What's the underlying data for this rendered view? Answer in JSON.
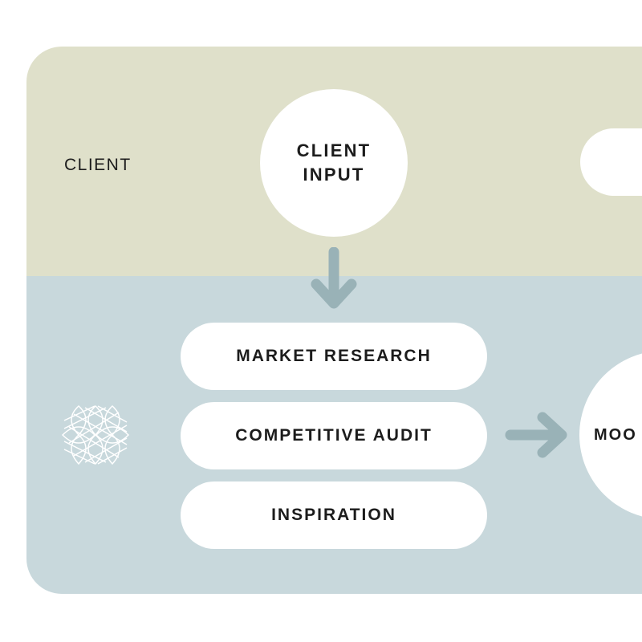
{
  "lanes": {
    "client": {
      "label": "CLIENT"
    },
    "studio": {
      "label": ""
    }
  },
  "nodes": {
    "client_input": {
      "line1": "CLIENT",
      "line2": "INPUT"
    },
    "research_items": [
      {
        "label": "MARKET RESEARCH"
      },
      {
        "label": "COMPETITIVE AUDIT"
      },
      {
        "label": "INSPIRATION"
      }
    ],
    "mood": {
      "label": "MOO"
    }
  },
  "colors": {
    "client_lane": "#dfe0ca",
    "studio_lane": "#c8d8dc",
    "arrow": "#99b2b7",
    "node": "#ffffff",
    "text": "#1c1c1c"
  },
  "icons": {
    "down_arrow": "arrow-down-icon",
    "right_arrow": "arrow-right-icon",
    "lane_symbol": "geometric-pattern-icon"
  }
}
